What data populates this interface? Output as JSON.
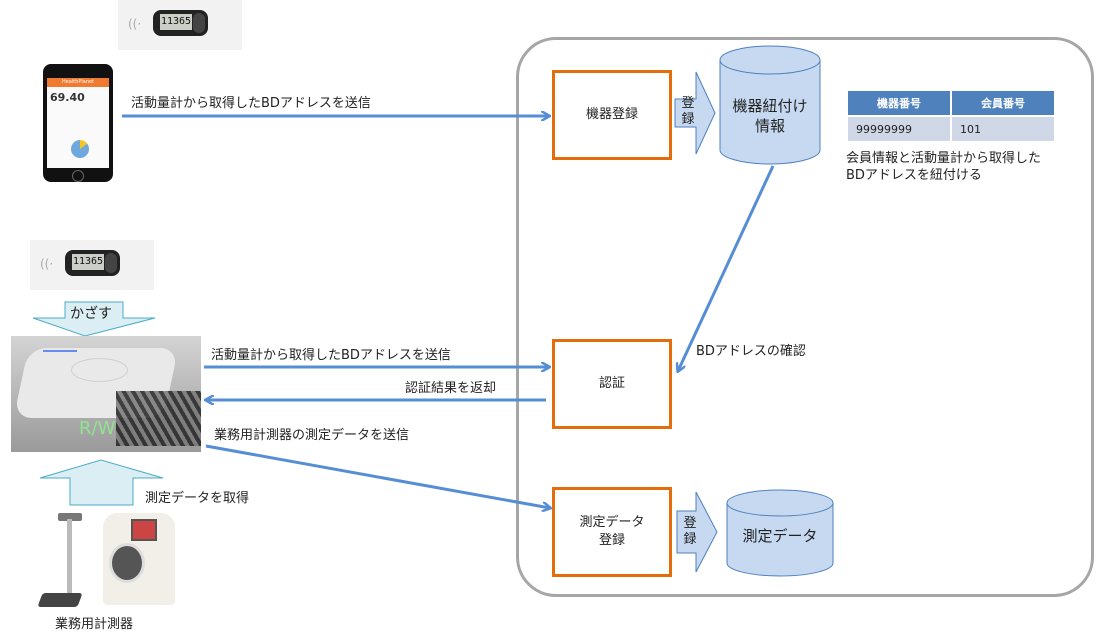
{
  "diagram": {
    "phone": {
      "app_title": "HealthPlanet",
      "weight_value": "69.40"
    },
    "pedometer_top": {
      "display": "11365"
    },
    "pedometer_mid": {
      "display": "11365"
    },
    "arrows": {
      "phone_to_register": "活動量計から取得したBDアドレスを送信",
      "rw_to_auth": "活動量計から取得したBDアドレスを送信",
      "auth_to_rw": "認証結果を返却",
      "rw_to_measure": "業務用計測器の測定データを送信",
      "db_to_auth": "BDアドレスの確認",
      "hold_over": "かざす",
      "get_measure": "測定データを取得",
      "register_small_1": "登録",
      "register_small_2": "登録"
    },
    "process_boxes": {
      "device_register": "機器登録",
      "auth": "認証",
      "measure_register_line1": "測定データ",
      "measure_register_line2": "登録"
    },
    "databases": {
      "link_info_line1": "機器紐付け",
      "link_info_line2": "情報",
      "measure_data": "測定データ"
    },
    "table": {
      "headers": [
        "機器番号",
        "会員番号"
      ],
      "rows": [
        [
          "99999999",
          "101"
        ]
      ]
    },
    "note": {
      "line1": "会員情報と活動量計から取得した",
      "line2": "BDアドレスを紐付ける"
    },
    "rw_label": "R/W",
    "devices_label": "業務用計測器",
    "colors": {
      "process_border": "#e46c0a",
      "arrow": "#558ed5",
      "db_fill": "#c6d9f1",
      "db_stroke": "#4f81bd",
      "table_header": "#4f81bd",
      "table_cell": "#d0d8e8",
      "frame": "#a6a6a6"
    }
  }
}
